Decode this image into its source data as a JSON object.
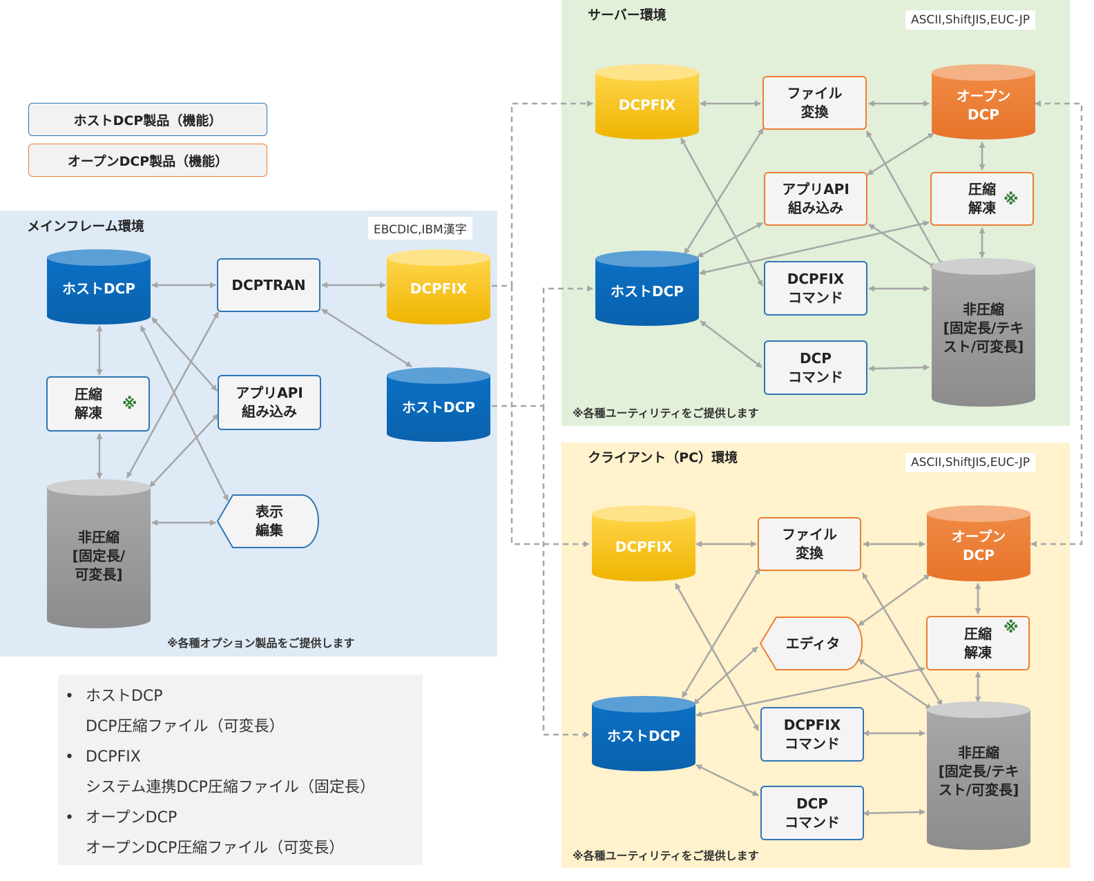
{
  "legend": {
    "host_product": "ホストDCP製品（機能）",
    "open_product": "オープンDCP製品（機能）"
  },
  "mainframe": {
    "title": "メインフレーム環境",
    "encoding": "EBCDIC,IBM漢字",
    "host_dcp": "ホストDCP",
    "dcptran": "DCPTRAN",
    "dcpfix": "DCPFIX",
    "compress": "圧縮\n解凍",
    "mark": "※",
    "app_api": "アプリAPI\n組み込み",
    "host_dcp2": "ホストDCP",
    "uncompressed": "非圧縮\n[固定長/\n可変長]",
    "view_edit": "表示\n編集",
    "note": "※各種オプション製品をご提供します"
  },
  "server": {
    "title": "サーバー環境",
    "encoding": "ASCII,ShiftJIS,EUC-JP",
    "dcpfix": "DCPFIX",
    "file_convert": "ファイル\n変換",
    "open_dcp": "オープン\nDCP",
    "app_api": "アプリAPI\n組み込み",
    "compress": "圧縮\n解凍",
    "mark": "※",
    "host_dcp": "ホストDCP",
    "dcpfix_command": "DCPFIX\nコマンド",
    "dcp_command": "DCP\nコマンド",
    "uncompressed": "非圧縮\n[固定長/テキ\nスト/可変長]",
    "note": "※各種ユーティリティをご提供します"
  },
  "client": {
    "title": "クライアント（PC）環境",
    "encoding": "ASCII,ShiftJIS,EUC-JP",
    "dcpfix": "DCPFIX",
    "file_convert": "ファイル\n変換",
    "open_dcp": "オープン\nDCP",
    "editor": "エディタ",
    "compress": "圧縮\n解凍",
    "mark": "※",
    "host_dcp": "ホストDCP",
    "dcpfix_command": "DCPFIX\nコマンド",
    "dcp_command": "DCP\nコマンド",
    "uncompressed": "非圧縮\n[固定長/テキ\nスト/可変長]",
    "note": "※各種ユーティリティをご提供します"
  },
  "info": {
    "bullet": "•",
    "items": [
      {
        "name": "ホストDCP",
        "desc": "DCP圧縮ファイル（可変長）"
      },
      {
        "name": "DCPFIX",
        "desc": "システム連携DCP圧縮ファイル（固定長）"
      },
      {
        "name": "オープンDCP",
        "desc": "オープンDCP圧縮ファイル（可変長）"
      }
    ]
  },
  "colors": {
    "mainframe_bg": "#deeaf6",
    "server_bg": "#e2efd9",
    "client_bg": "#fff2cc",
    "host_blue": "#0b6fc4",
    "dcpfix_yellow": "#f9c00d",
    "open_orange": "#ed7d31",
    "uncompressed_grey": "#9e9e9e",
    "connector": "#a6a6a6"
  }
}
